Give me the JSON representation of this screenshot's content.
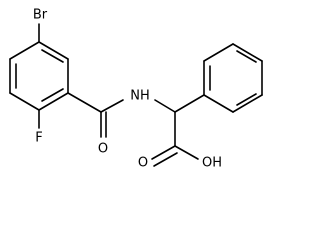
{
  "molecule": {
    "labels": {
      "bromo": "Br",
      "fluoro": "F",
      "amide_n": "NH",
      "amide_o": "O",
      "acid_o": "O",
      "acid_oh": "OH"
    }
  },
  "colors": {
    "bond": "#000000",
    "text": "#000000",
    "background": "#ffffff"
  }
}
